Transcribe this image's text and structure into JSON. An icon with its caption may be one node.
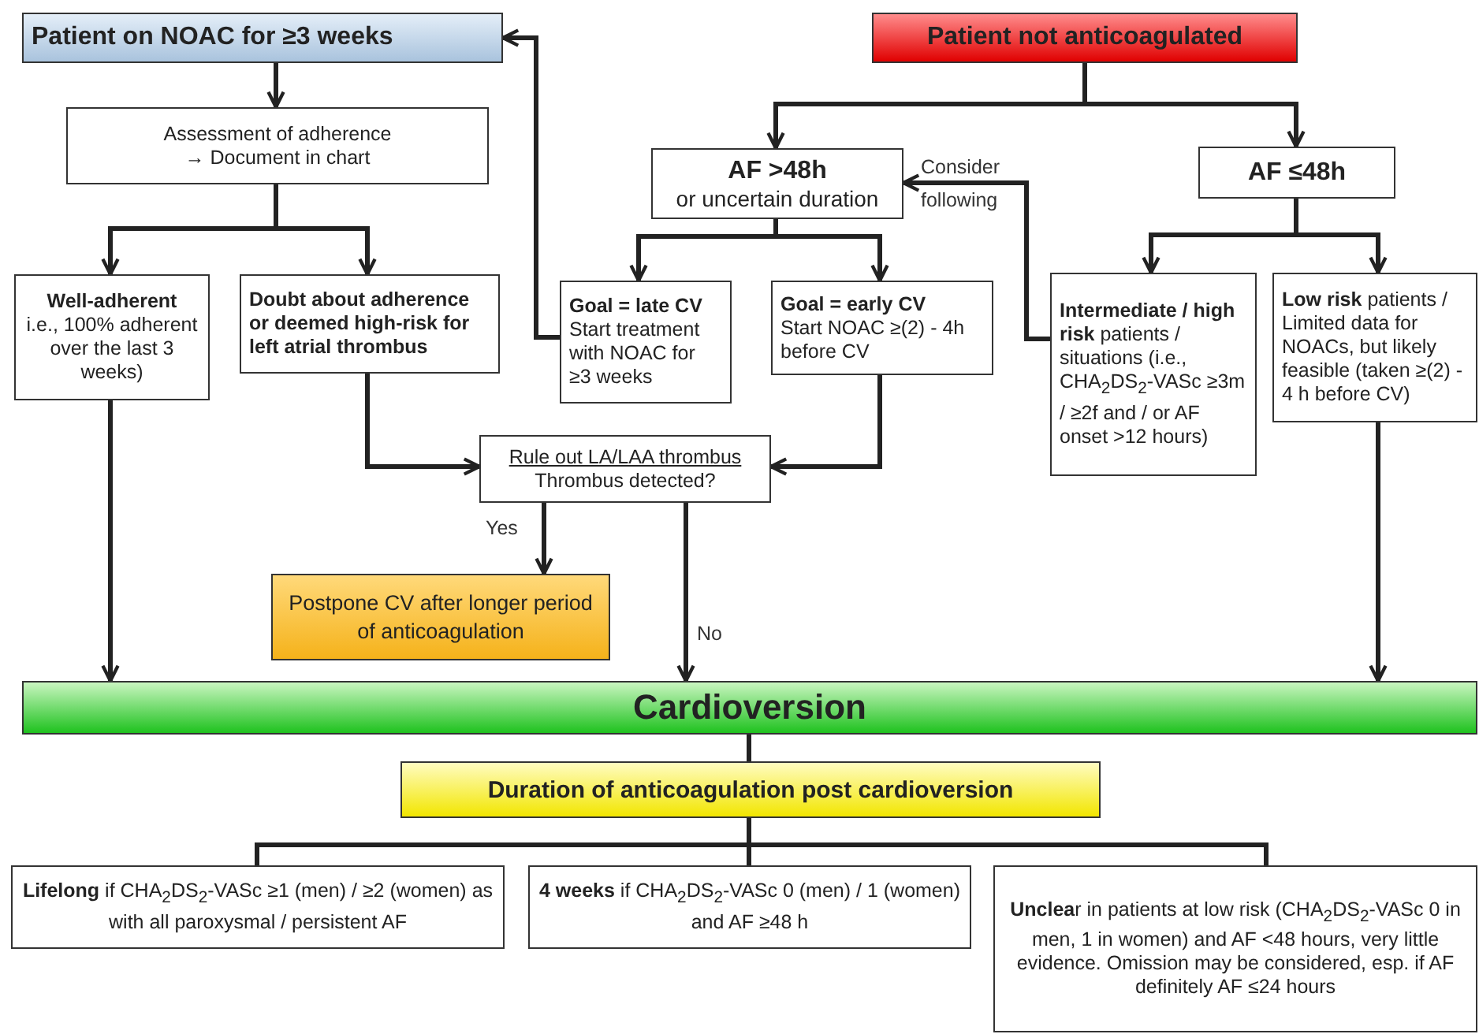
{
  "diagram": {
    "nodes": [
      {
        "text": [
          "Patient on NOAC for ≥3 weeks"
        ]
      },
      {
        "text": [
          "Assessment of adherence → Document in chart"
        ]
      },
      {
        "text": [
          "Well-adherent",
          "i.e., 100% adherent over the last 3 weeks)"
        ]
      },
      {
        "text": [
          "Doubt about adherence or deemed high-risk for left atrial thrombus"
        ]
      },
      {
        "text": [
          "Patient not anticoagulated"
        ]
      },
      {
        "text": [
          "AF >48h",
          "or uncertain duration"
        ]
      },
      {
        "text": [
          "Goal = late CV",
          "Start treatment with NOAC for ≥3 weeks"
        ]
      },
      {
        "text": [
          "Goal = early CV",
          "Start NOAC ≥(2) - 4h before CV"
        ]
      },
      {
        "text": [
          "**Intermediate / high risk** patients / situations (i.e., CHA$_{2}$DS$_{2}$-VASc ≥3m / ≥2f and / or AF onset >12 hours)"
        ]
      },
      {
        "text": [
          "AF ≤48h"
        ]
      },
      {
        "text": [
          "**Low risk** patients / Limited data for NOACs, but likely feasible (taken ≥(2) - 4 h before CV)"
        ]
      },
      {
        "text": [
          "Rule out LA/LAA thrombus",
          "Thrombus detected?"
        ]
      },
      {
        "text": [
          "Postpone CV after longer period of anticoagulation"
        ]
      },
      {
        "text": [
          "Cardioversion"
        ]
      },
      {
        "text": [
          "Duration of anticoagulation post cardioversion"
        ]
      },
      {
        "text": [
          "**Lifelong** if CHA$_{2}$DS$_{2}$-VASc ≥1 (men) / ≥2 (women) as with all paroxysmal / persistent AF"
        ]
      },
      {
        "text": [
          "**4 weeks** if CHA$_{2}$DS$_{2}$-VASc 0 (men) / 1 (women) and AF ≥48 h"
        ]
      },
      {
        "text": [
          "**Unclea**r in patients at low risk (CHA$_{2}$DS$_{2}$-VASc 0 in men, 1 in women) and AF <48 hours, very little evidence. Omission may be considered, esp. if AF definitely AF ≤24 hours"
        ]
      }
    ],
    "edges": [
      {
        "from": 0,
        "to": 1,
        "arrow": "to"
      },
      {
        "from": 1,
        "to": 2,
        "arrow": "to"
      },
      {
        "from": 1,
        "to": 3,
        "arrow": "to"
      },
      {
        "from": 4,
        "to": 5,
        "arrow": "to"
      },
      {
        "from": 4,
        "to": 9,
        "arrow": "to"
      },
      {
        "from": 5,
        "to": 6,
        "arrow": "to"
      },
      {
        "from": 5,
        "to": 7,
        "arrow": "to"
      },
      {
        "from": 6,
        "to": 0,
        "arrow": "to"
      },
      {
        "from": 8,
        "to": 5,
        "arrow": "to",
        "label": "Consider following"
      },
      {
        "from": 9,
        "to": 8,
        "arrow": "to"
      },
      {
        "from": 9,
        "to": 10,
        "arrow": "to"
      },
      {
        "from": 3,
        "to": 11,
        "arrow": "to"
      },
      {
        "from": 7,
        "to": 11,
        "arrow": "to"
      },
      {
        "from": 11,
        "to": 12,
        "arrow": "to",
        "label": "Yes"
      },
      {
        "from": 11,
        "to": 13,
        "arrow": "to",
        "label": "No"
      },
      {
        "from": 2,
        "to": 13,
        "arrow": "to"
      },
      {
        "from": 10,
        "to": 13,
        "arrow": "to"
      },
      {
        "from": 13,
        "to": 14,
        "arrow": "none"
      },
      {
        "from": 14,
        "to": 15,
        "arrow": "none"
      },
      {
        "from": 14,
        "to": 16,
        "arrow": "none"
      },
      {
        "from": 14,
        "to": 17,
        "arrow": "none"
      }
    ]
  }
}
